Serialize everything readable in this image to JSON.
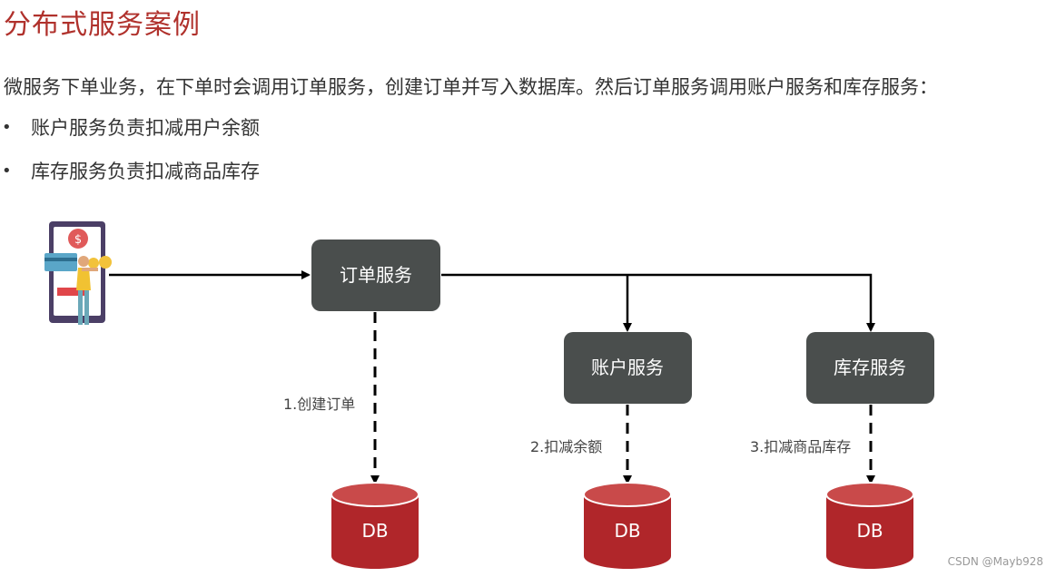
{
  "page": {
    "title": "分布式服务案例",
    "intro": "微服务下单业务，在下单时会调用订单服务，创建订单并写入数据库。然后订单服务调用账户服务和库存服务：",
    "bullets": [
      "账户服务负责扣减用户余额",
      "库存服务负责扣减商品库存"
    ]
  },
  "diagram": {
    "client_icon": "mobile-payment-user-icon",
    "services": {
      "order": "订单服务",
      "account": "账户服务",
      "stock": "库存服务"
    },
    "steps": {
      "create_order": "1.创建订单",
      "deduct_balance": "2.扣减余额",
      "deduct_stock": "3.扣减商品库存"
    },
    "databases": [
      "DB",
      "DB",
      "DB"
    ],
    "colors": {
      "service_box": "#4a4e4d",
      "database": "#b0262a",
      "title": "#b0312c"
    }
  },
  "watermark": "CSDN @Mayb928"
}
